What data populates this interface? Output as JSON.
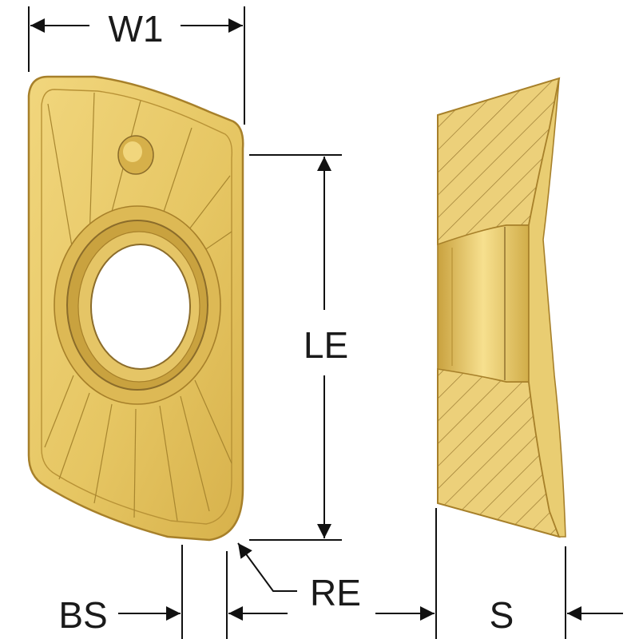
{
  "labels": {
    "width": "W1",
    "edge_length": "LE",
    "corner_radius": "RE",
    "wiper_length": "BS",
    "thickness": "S"
  },
  "colors": {
    "insert_gold": "#e6c663",
    "insert_light": "#f3db86",
    "insert_dark": "#c8a23d",
    "outline": "#a7802a",
    "section_line": "#8b6c2a",
    "dimension_line": "#111111"
  },
  "icons": {
    "dimension_arrow": "arrowhead-icon"
  }
}
